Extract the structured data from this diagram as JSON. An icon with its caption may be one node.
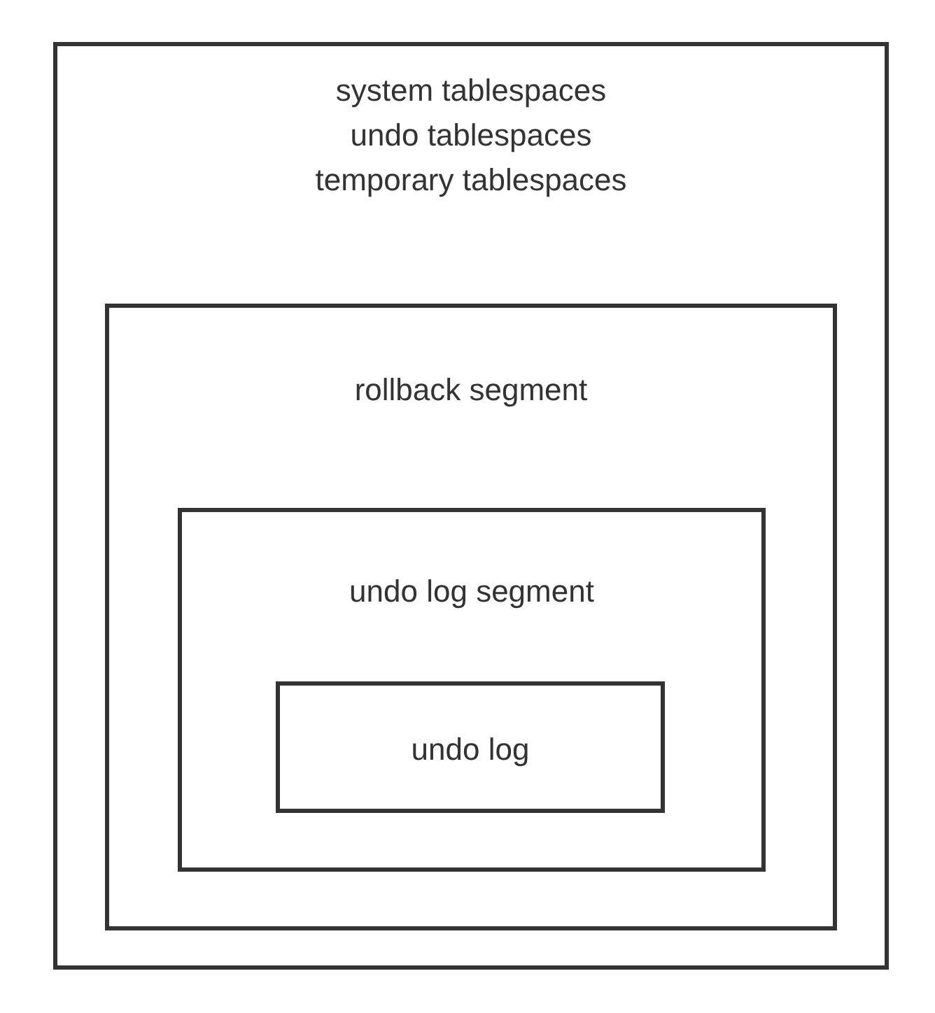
{
  "diagram": {
    "nodes": [
      {
        "text": [
          "system tablespaces",
          "undo tablespaces",
          "temporary tablespaces"
        ]
      },
      {
        "text": [
          "rollback segment"
        ],
        "in": 0
      },
      {
        "text": [
          "undo log segment"
        ],
        "in": 1
      },
      {
        "text": [
          "undo log"
        ],
        "in": 2
      }
    ]
  }
}
